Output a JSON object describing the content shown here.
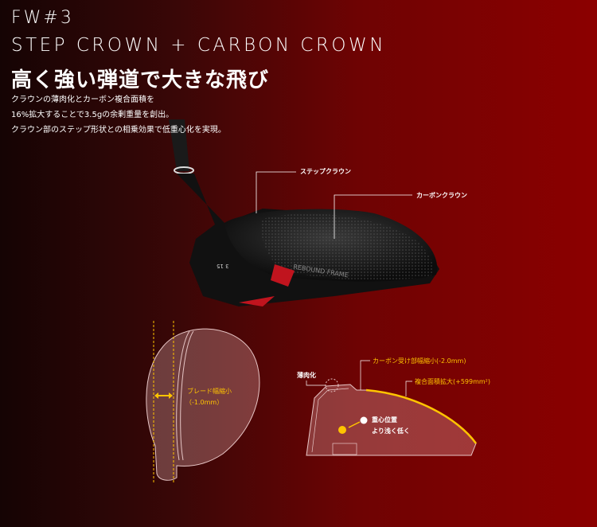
{
  "header": {
    "model": "FW#3",
    "subtitle": "STEP CROWN + CARBON CROWN",
    "headline": "高く強い弾道で大きな飛び"
  },
  "description": [
    "クラウンの薄肉化とカーボン複合面積を",
    "16%拡大することで3.5gの余剰重量を創出。",
    "クラウン部のステップ形状との相乗効果で低重心化を実現。"
  ],
  "club_callouts": {
    "step_crown": "ステップクラウン",
    "carbon_crown": "カーボンクラウン",
    "sole_mark": "3 15",
    "frame_text": "REBOUND FRAME"
  },
  "top_view": {
    "blade_label": "ブレード幅縮小",
    "blade_value": "（-1.0mm）"
  },
  "section_view": {
    "thin": "薄肉化",
    "carbon_receiver": "カーボン受け部幅縮小(-2.0mm)",
    "composite_area": "複合面積拡大(+599mm²)",
    "cg_line1": "重心位置",
    "cg_line2": "より浅く低く"
  },
  "colors": {
    "accent": "#ffc400",
    "bg_left": "#150404",
    "bg_right": "#8c0000"
  }
}
